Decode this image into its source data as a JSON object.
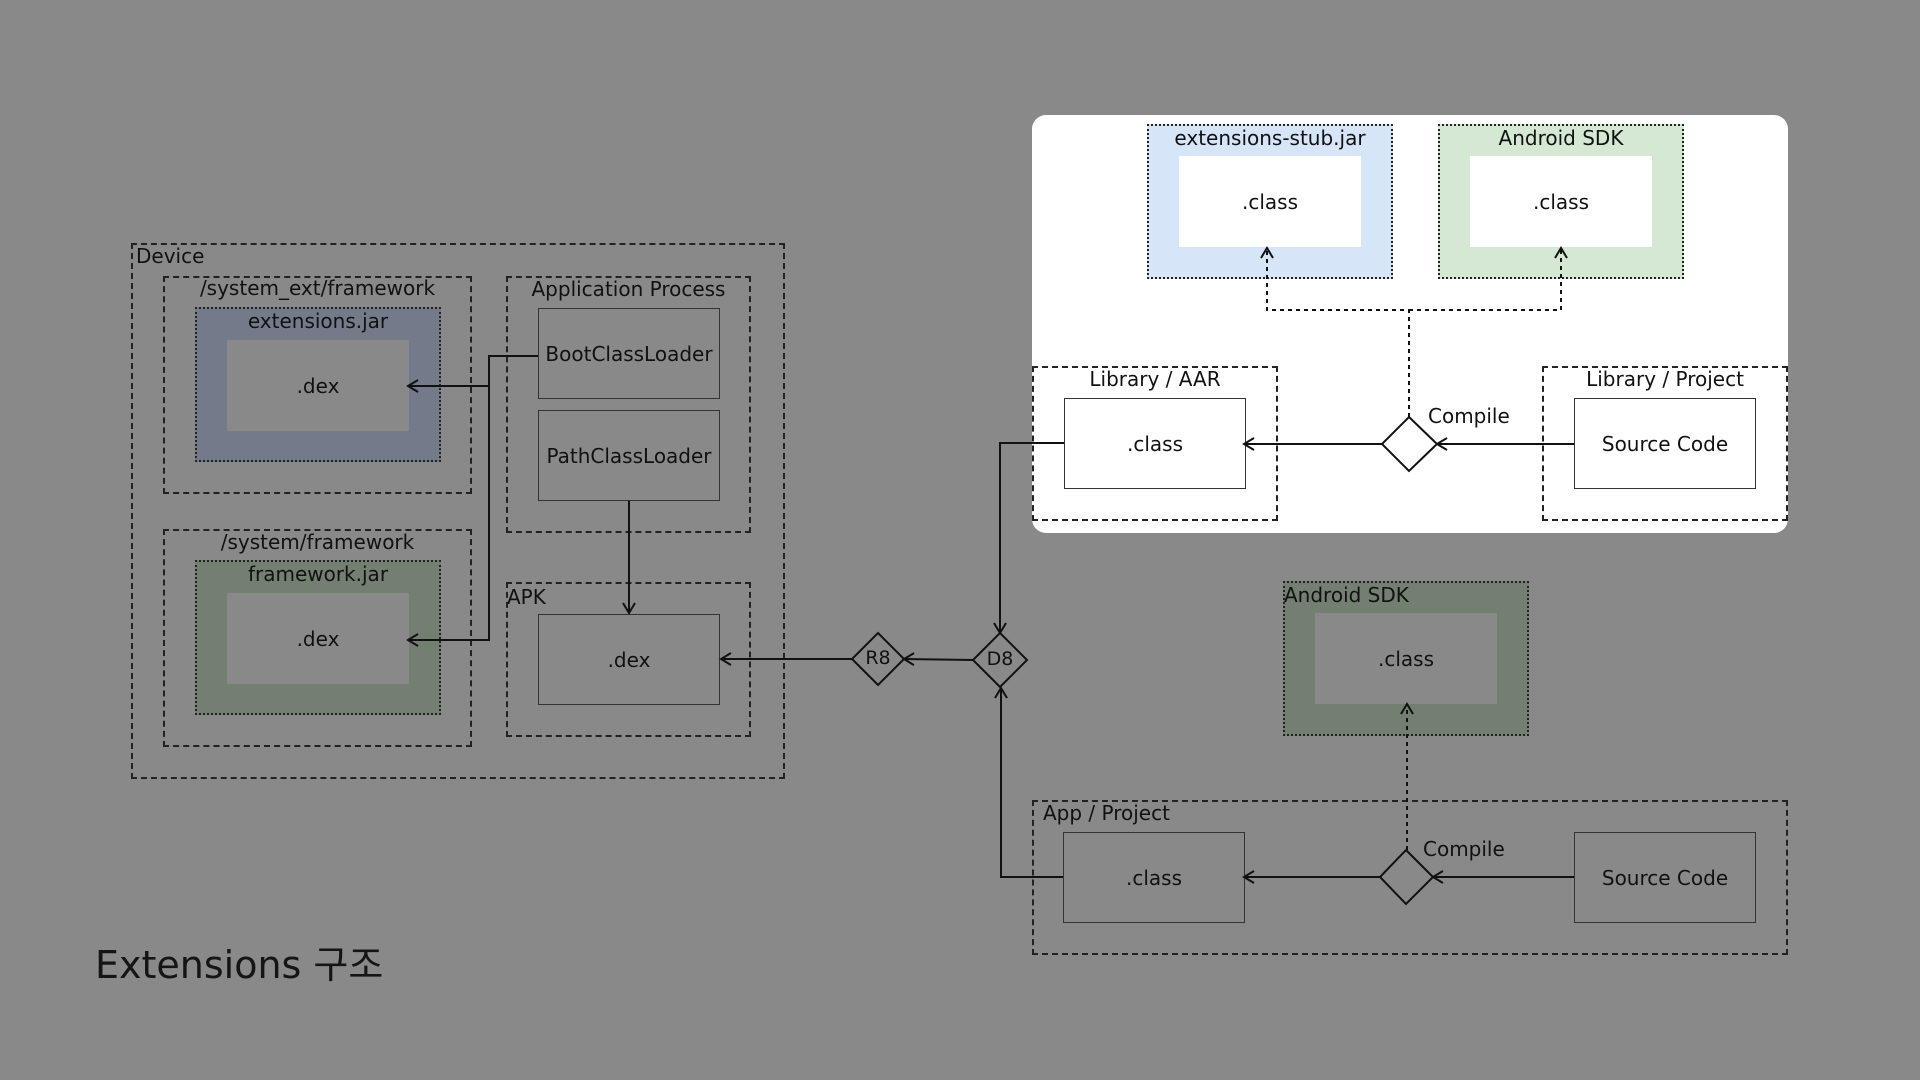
{
  "title": "Extensions 구조",
  "device": {
    "label": "Device",
    "system_ext": {
      "label": "/system_ext/framework",
      "jar": "extensions.jar",
      "file": ".dex"
    },
    "system_fw": {
      "label": "/system/framework",
      "jar": "framework.jar",
      "file": ".dex"
    },
    "app_process": {
      "label": "Application Process",
      "boot": "BootClassLoader",
      "path": "PathClassLoader"
    },
    "apk": {
      "label": "APK",
      "file": ".dex"
    }
  },
  "tools": {
    "r8": "R8",
    "d8": "D8"
  },
  "library_panel": {
    "stub_jar": {
      "label": "extensions-stub.jar",
      "file": ".class"
    },
    "sdk": {
      "label": "Android SDK",
      "file": ".class"
    },
    "aar": {
      "label": "Library / AAR",
      "file": ".class"
    },
    "project": {
      "label": "Library / Project",
      "source": "Source Code"
    },
    "compile": "Compile"
  },
  "app_section": {
    "sdk": {
      "label": "Android SDK",
      "file": ".class"
    },
    "project": {
      "label": "App / Project",
      "file": ".class",
      "source": "Source Code"
    },
    "compile": "Compile"
  },
  "colors": {
    "background": "#898989",
    "panel": "#ffffff",
    "extensions_jar": "#737b8a",
    "framework_jar": "#737f71",
    "stub_jar": "#d6e5f7",
    "sdk_light": "#d4e8d3",
    "sdk_dark": "#737f71"
  }
}
